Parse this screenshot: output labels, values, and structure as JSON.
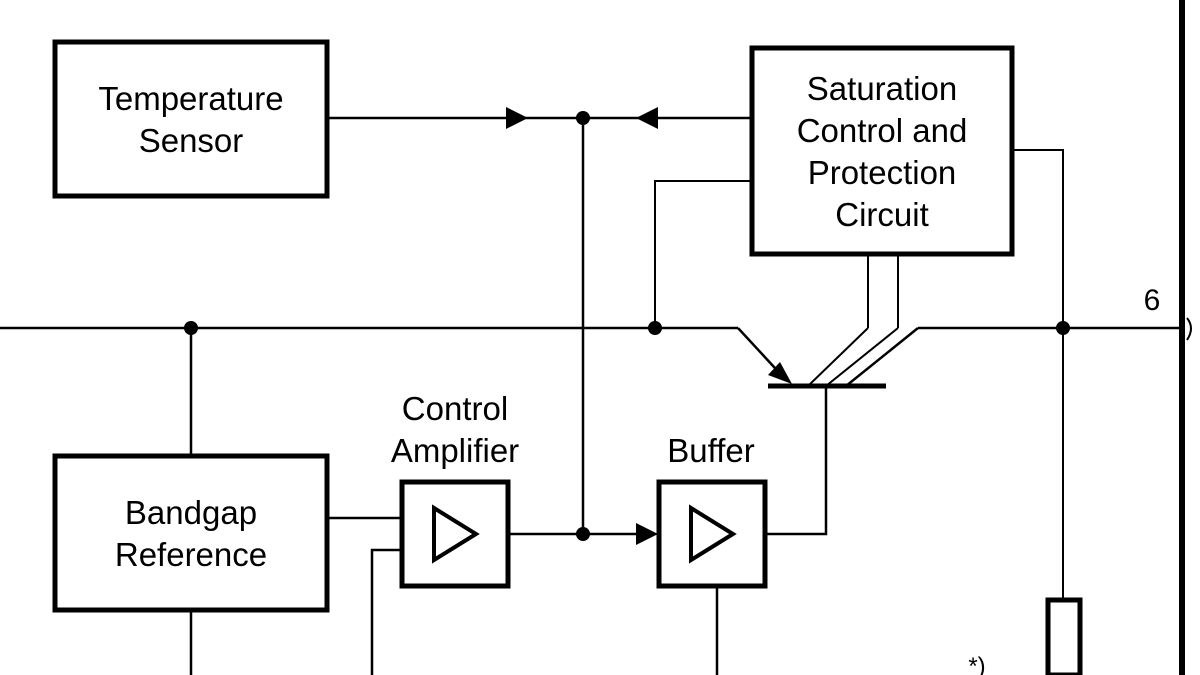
{
  "blocks": {
    "temperature_sensor": [
      "Temperature",
      "Sensor"
    ],
    "saturation_control": [
      "Saturation",
      "Control and",
      "Protection",
      "Circuit"
    ],
    "bandgap_reference": [
      "Bandgap",
      "Reference"
    ],
    "control_amplifier_label": [
      "Control",
      "Amplifier"
    ],
    "buffer_label": "Buffer"
  },
  "pin_label": "6",
  "footnote_marker": "*)",
  "colors": {
    "ink": "#000000",
    "background": "#ffffff"
  }
}
